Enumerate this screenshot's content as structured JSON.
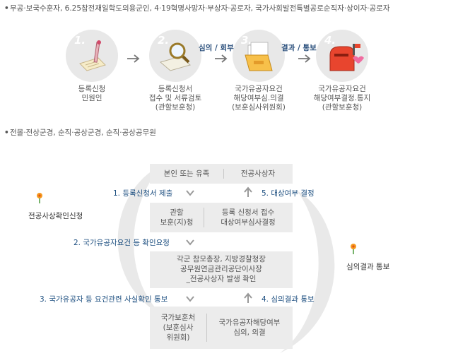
{
  "section1": {
    "bullet": "•",
    "text": "무공·보국수훈자, 6.25참전재일학도의용군인, 4·19혁명사망자·부상자·공로자, 국가사회발전특별공로순직자·상이자·공로자",
    "steps": [
      {
        "num": "1.",
        "caption": [
          "등록신청",
          "민원인"
        ],
        "icon": "document-pen-icon"
      },
      {
        "num": "2.",
        "caption": [
          "등록신청서",
          "접수 및 서류검토",
          "(관할보훈청)"
        ],
        "icon": "magnifier-document-icon"
      },
      {
        "num": "3.",
        "caption": [
          "국가유공자요건",
          "해당여부심.의결",
          "(보훈심사위원회)"
        ],
        "icon": "file-folder-icon"
      },
      {
        "num": "4.",
        "caption": [
          "국가유공자요건",
          "해당여부결정.통지",
          "(관할보훈청)"
        ],
        "icon": "mailbox-icon"
      }
    ],
    "arrow_labels": [
      "",
      "심의 / 회부",
      "결과 / 통보"
    ]
  },
  "section2": {
    "bullet": "•",
    "text": "전몰·전상군경, 순직·공상군경, 순직·공상공무원",
    "boxes": {
      "top": {
        "left": "본인 또는 유족",
        "right": "전공사상자"
      },
      "mid1": {
        "left": [
          "관할",
          "보훈(지)청"
        ],
        "right": [
          "등록 신청서 접수",
          "대상여부심사결정"
        ]
      },
      "mid2": [
        "각군 참모총장, 지방경찰청장",
        "공무원연금관리공단이사장",
        "_전공사상자 발생 확인"
      ],
      "bottom": {
        "left": [
          "국가보훈처",
          "(보훈심사",
          "위원회)"
        ],
        "right": [
          "국가유공자해당여부",
          "심의, 의결"
        ]
      }
    },
    "flow_steps": {
      "s1": "1. 등록신청서 제출",
      "s2": "2. 국가유공자요건 등 확인요청",
      "s3": "3. 국가유공자 등 요건관련 사실확인 통보",
      "s4": "4. 심의결과 통보",
      "s5": "5. 대상여부 결정"
    },
    "side_labels": {
      "left": "전공사상확인신청",
      "right": "심의결과 통보"
    }
  },
  "colors": {
    "circle": "#e8e8e8",
    "box": "#ececec",
    "flow_text": "#1d4f80",
    "accent_pink": "#e83a7a",
    "flower": "#f59a1f"
  }
}
